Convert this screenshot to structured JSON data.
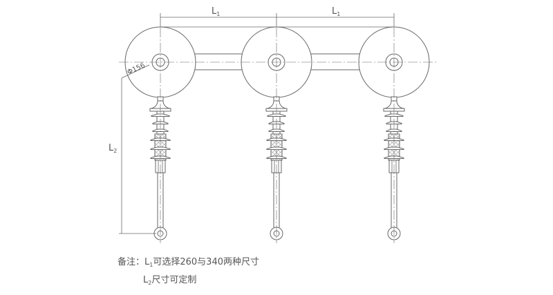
{
  "dimensions": {
    "l1_left": {
      "letter": "L",
      "sub": "1"
    },
    "l1_right": {
      "letter": "L",
      "sub": "1"
    },
    "l2": {
      "letter": "L",
      "sub": "2"
    },
    "diameter": "Φ156"
  },
  "notes": {
    "prefix": "备注：",
    "line1": {
      "letter": "L",
      "sub": "1",
      "text": "可选择260与340两种尺寸"
    },
    "line2": {
      "letter": "L",
      "sub": "2",
      "text": "尺寸可定制"
    }
  },
  "colors": {
    "line": "#666666",
    "text": "#555555",
    "background": "#ffffff"
  }
}
